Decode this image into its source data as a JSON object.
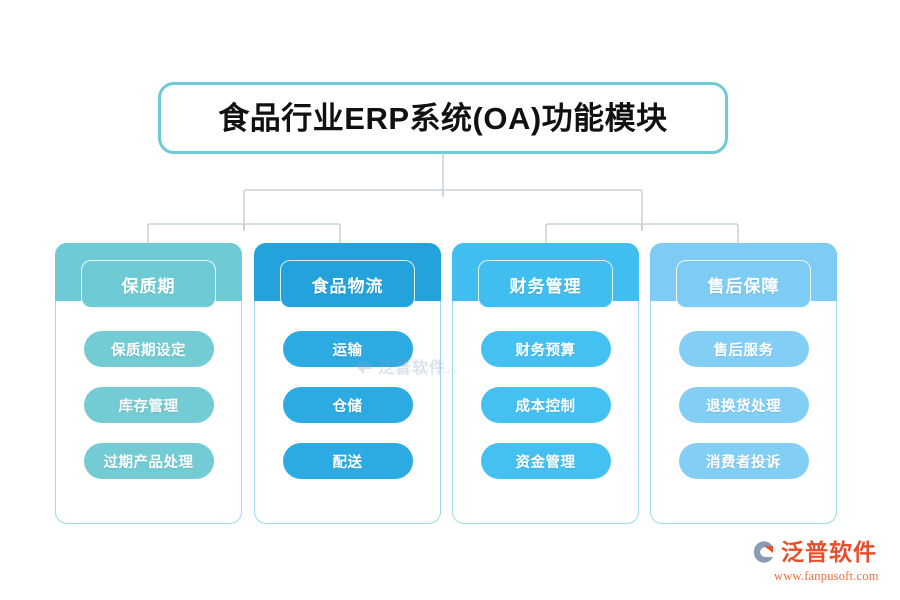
{
  "diagram": {
    "type": "org-chart",
    "title": "食品行业ERP系统(OA)功能模块",
    "title_border_color": "#6ECBD6",
    "background": "#ffffff",
    "connector_color": "#C8D3DC",
    "columns": [
      {
        "header": "保质期",
        "color": "#6ECBD6",
        "pill_color": "#73CBD4",
        "border_color": "#9FD9E6",
        "items": [
          "保质期设定",
          "库存管理",
          "过期产品处理"
        ]
      },
      {
        "header": "食品物流",
        "color": "#23A2DC",
        "pill_color": "#2CAAE2",
        "border_color": "#9FD9E6",
        "items": [
          "运输",
          "仓储",
          "配送"
        ]
      },
      {
        "header": "财务管理",
        "color": "#40BEF0",
        "pill_color": "#45C1F1",
        "border_color": "#9FD9E6",
        "items": [
          "财务预算",
          "成本控制",
          "资金管理"
        ]
      },
      {
        "header": "售后保障",
        "color": "#7ECCF3",
        "pill_color": "#83CEF4",
        "border_color": "#9FD9E6",
        "items": [
          "售后服务",
          "退换货处理",
          "消费者投诉"
        ]
      }
    ]
  },
  "watermark": {
    "center_text": "泛普软件",
    "center_sub": "FANPU SOFTWARE"
  },
  "logo": {
    "name": "泛普软件",
    "url": "www.fanpusoft.com",
    "name_color": "#E8502C",
    "url_color": "#E8703C"
  }
}
